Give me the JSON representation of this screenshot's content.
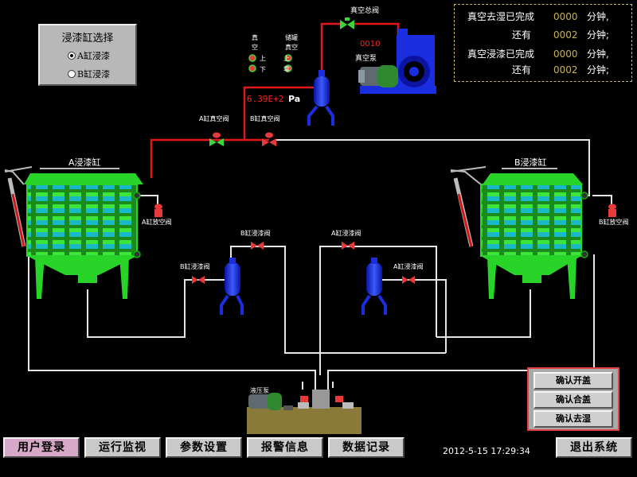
{
  "selector": {
    "title": "浸漆缸选择",
    "options": [
      {
        "label": "A缸浸漆",
        "checked": true
      },
      {
        "label": "B缸浸漆",
        "checked": false
      }
    ]
  },
  "status": {
    "vac_dry_label": "真空去湿已完成",
    "vac_dry_done": "0000",
    "vac_dry_remain_label": "还有",
    "vac_dry_remain": "0002",
    "vac_dip_label": "真空浸漆已完成",
    "vac_dip_done": "0000",
    "vac_dip_remain_label": "还有",
    "vac_dip_remain": "0002",
    "unit_done": "分钟,",
    "unit_remain": "分钟;"
  },
  "process": {
    "vacuum_main_valve": "真空总阀",
    "pump_counter": "0010",
    "vacuum_pump": "真空泵",
    "pressure_reading": "6.39E+2",
    "pressure_unit": "Pa",
    "vac_ind_label_1": "真",
    "vac_ind_label_2": "空",
    "vac_up": "上",
    "vac_down": "下",
    "tank_ind_label_1": "储罐",
    "tank_ind_label_2": "真空",
    "tank_up": "上",
    "tank_zero": "零",
    "a_vac_valve": "A缸真空阀",
    "b_vac_valve": "B缸真空阀",
    "a_tank": "A浸漆缸",
    "b_tank": "B浸漆缸",
    "a_vent_valve": "A缸放空阀",
    "b_vent_valve": "B缸放空阀",
    "b_paint_valve_top": "B缸浸漆阀",
    "a_paint_valve_top": "A缸浸漆阀",
    "b_paint_valve_side": "B缸浸漆阀",
    "a_paint_valve_side": "A缸浸漆阀",
    "hydraulic_pump": "液压泵"
  },
  "confirm": {
    "open_lid": "确认开盖",
    "close_lid": "确认合盖",
    "dehumidify": "确认去湿"
  },
  "nav": {
    "login": "用户登录",
    "monitor": "运行监视",
    "params": "参数设置",
    "alarms": "报警信息",
    "records": "数据记录",
    "exit": "退出系统"
  },
  "datetime": "2012-5-15 17:29:34",
  "colors": {
    "vacuum_pipe": "#e01818",
    "liquid_pipe": "#e6e6e6",
    "tank_green": "#28d428",
    "equipment_blue": "#1a2ee0",
    "valve_green": "#3bd63b",
    "valve_red": "#e83a3a",
    "status_number": "#c8b45a"
  }
}
